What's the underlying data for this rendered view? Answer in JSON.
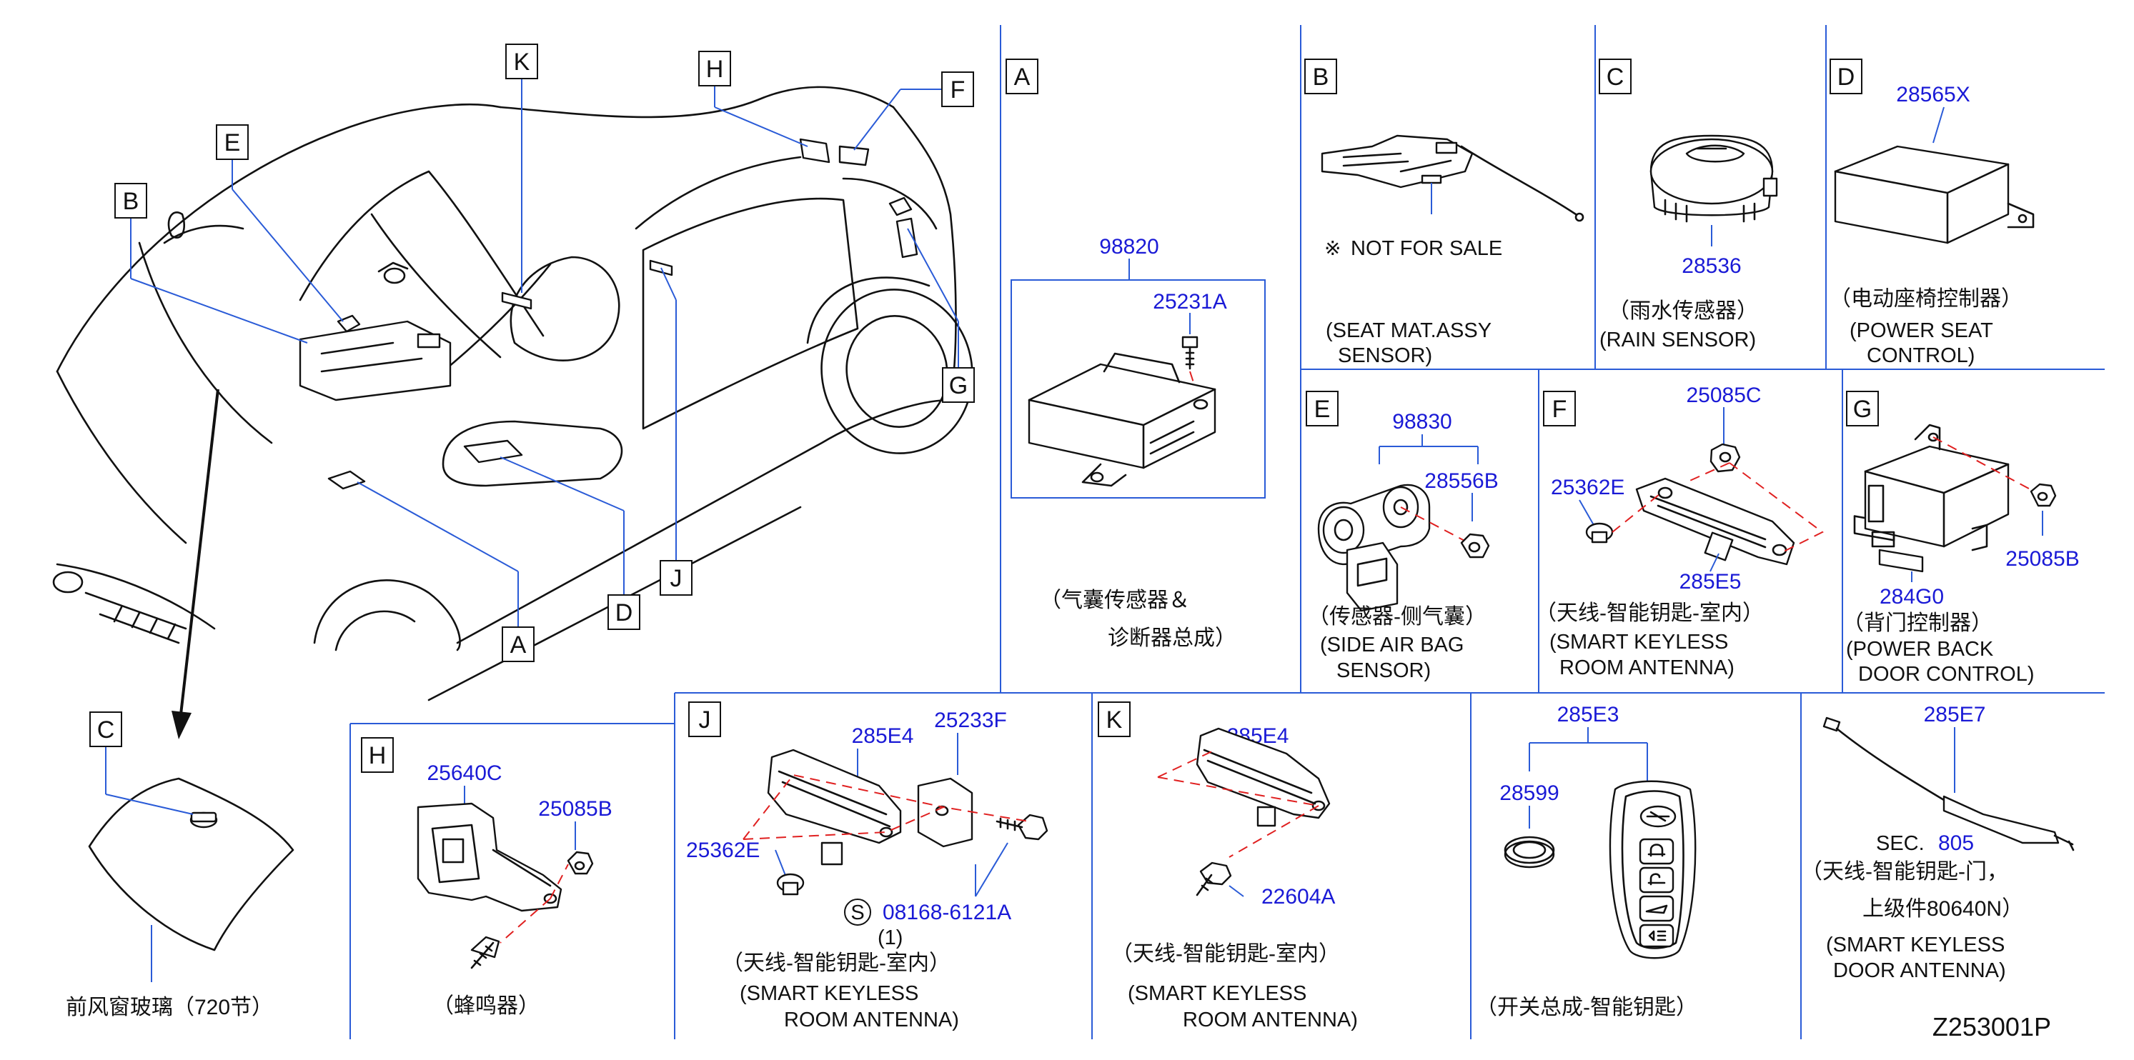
{
  "diagram_code": "Z253001P",
  "overview": {
    "labels": [
      "K",
      "E",
      "B",
      "H",
      "F",
      "G",
      "J",
      "D",
      "A"
    ]
  },
  "windshield": {
    "label": "C",
    "caption": "前风窗玻璃（720节）"
  },
  "panels": {
    "A": {
      "label": "A",
      "part_assy": "98820",
      "part_bolt": "25231A",
      "cn_line1": "（气囊传感器＆",
      "cn_line2": "诊断器总成）"
    },
    "B": {
      "label": "B",
      "nfs_mark": "※",
      "nfs_text": "NOT  FOR  SALE",
      "en_line1": "(SEAT   MAT.ASSY",
      "en_line2": "SENSOR)"
    },
    "C": {
      "label": "C",
      "part": "28536",
      "cn": "（雨水传感器）",
      "en": "(RAIN   SENSOR)"
    },
    "D": {
      "label": "D",
      "part": "28565X",
      "cn": "（电动座椅控制器）",
      "en_line1": "(POWER   SEAT",
      "en_line2": "CONTROL)"
    },
    "E": {
      "label": "E",
      "part_assy": "98830",
      "part_nut": "28556B",
      "cn": "（传感器-侧气囊）",
      "en_line1": "(SIDE   AIR   BAG",
      "en_line2": "SENSOR)"
    },
    "F": {
      "label": "F",
      "part_clip": "25085C",
      "part_grommet": "25362E",
      "part_antenna": "285E5",
      "cn": "（天线-智能钥匙-室内）",
      "en_line1": "(SMART   KEYLESS",
      "en_line2": "ROOM   ANTENNA)"
    },
    "G": {
      "label": "G",
      "part_unit": "284G0",
      "part_nut": "25085B",
      "cn": "（背门控制器）",
      "en_line1": "(POWER   BACK",
      "en_line2": "DOOR   CONTROL)"
    },
    "H": {
      "label": "H",
      "part_bracket": "25640C",
      "part_nut": "25085B",
      "cn": "（蜂鸣器）"
    },
    "J": {
      "label": "J",
      "part_antenna": "285E4",
      "part_bracket": "25233F",
      "part_grommet": "25362E",
      "std_mark": "S",
      "part_bolt": "08168-6121A",
      "qty": "(1)",
      "cn": "（天线-智能钥匙-室内）",
      "en_line1": "(SMART   KEYLESS",
      "en_line2": "ROOM   ANTENNA)"
    },
    "K": {
      "label": "K",
      "part_antenna": "285E4",
      "part_screw": "22604A",
      "cn": "（天线-智能钥匙-室内）",
      "en_line1": "(SMART   KEYLESS",
      "en_line2": "ROOM   ANTENNA)"
    },
    "KEY": {
      "part_assy": "285E3",
      "part_battery": "28599",
      "cn": "（开关总成-智能钥匙）"
    },
    "DOOR": {
      "part": "285E7",
      "sec_prefix": "SEC.",
      "sec_num": "805",
      "cn_line1": "（天线-智能钥匙-门，",
      "cn_line2": "上级件80640N）",
      "en_line1": "(SMART   KEYLESS",
      "en_line2": "DOOR   ANTENNA)"
    }
  }
}
